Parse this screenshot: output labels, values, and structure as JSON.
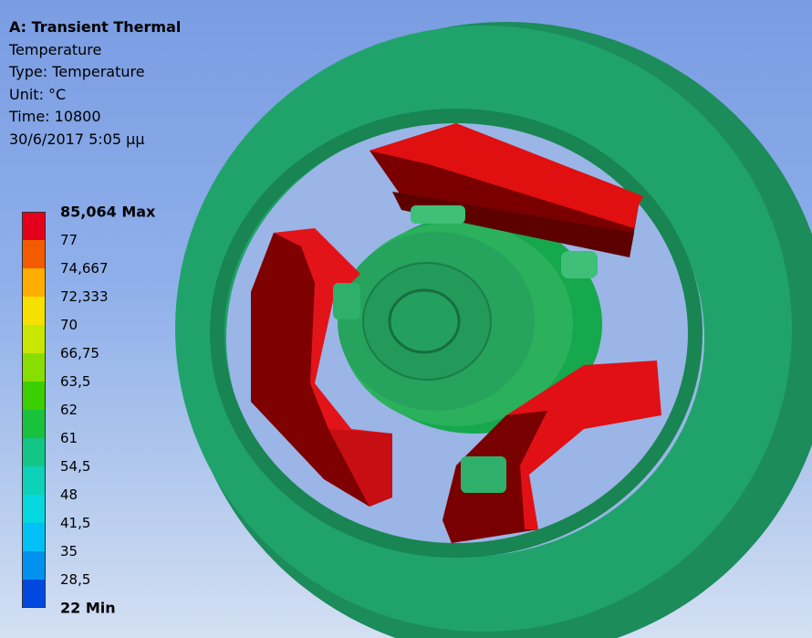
{
  "info": {
    "title": "A: Transient Thermal",
    "result": "Temperature",
    "type": "Type: Temperature",
    "unit": "Unit: °C",
    "time": "Time: 10800",
    "date": "30/6/2017 5:05 μμ"
  },
  "legend": {
    "labels": [
      "85,064 Max",
      "77",
      "74,667",
      "72,333",
      "70",
      "66,75",
      "63,5",
      "62",
      "61",
      "54,5",
      "48",
      "41,5",
      "35",
      "28,5",
      "22 Min"
    ],
    "colors": [
      "#e4001b",
      "#f25b00",
      "#ffae00",
      "#f5e000",
      "#c8e600",
      "#88de00",
      "#3ccf00",
      "#18c23c",
      "#13c586",
      "#0dd1b8",
      "#05d7de",
      "#00c0f6",
      "#0091ef",
      "#0048e0"
    ]
  },
  "model": {
    "ring_color": "#1fa36a",
    "hot_color": "#d8141a",
    "hub_color": "#28ac5a"
  }
}
